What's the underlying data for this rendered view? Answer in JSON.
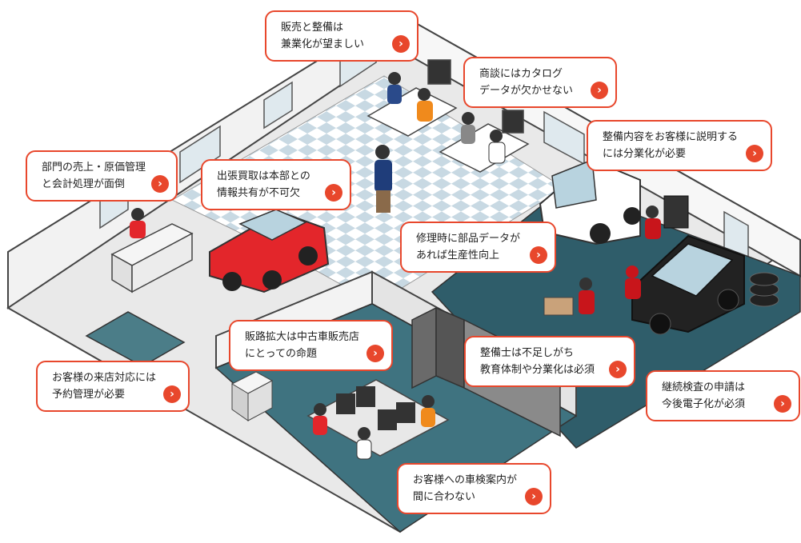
{
  "callouts": [
    {
      "id": "sales-maintenance",
      "lines": [
        "販売と整備は",
        "兼業化が望ましい"
      ]
    },
    {
      "id": "catalog-data",
      "lines": [
        "商談にはカタログ",
        "データが欠かせない"
      ]
    },
    {
      "id": "maintenance-explain",
      "lines": [
        "整備内容をお客様に説明する",
        "には分業化が必要"
      ]
    },
    {
      "id": "sales-cost-management",
      "lines": [
        "部門の売上・原価管理",
        "と会計処理が面倒"
      ]
    },
    {
      "id": "buyout-info-share",
      "lines": [
        "出張買取は本部との",
        "情報共有が不可欠"
      ]
    },
    {
      "id": "parts-data",
      "lines": [
        "修理時に部品データが",
        "あれば生産性向上"
      ]
    },
    {
      "id": "sales-expansion",
      "lines": [
        "販路拡大は中古車販売店",
        "にとっての命題"
      ]
    },
    {
      "id": "reservation-management",
      "lines": [
        "お客様の来店対応には",
        "予約管理が必要"
      ]
    },
    {
      "id": "mechanic-shortage",
      "lines": [
        "整備士は不足しがち",
        "教育体制や分業化は必須"
      ]
    },
    {
      "id": "inspection-application",
      "lines": [
        "継続検査の申請は",
        "今後電子化が必須"
      ]
    },
    {
      "id": "inspection-guidance",
      "lines": [
        "お客様への車検案内が",
        "間に合わない"
      ]
    }
  ],
  "colors": {
    "accent": "#e8472c",
    "floor_check": "#c8d9e3",
    "workshop_floor": "#2f5d6a",
    "office_floor": "#3f7380",
    "wall": "#f0f0f0",
    "car_red": "#e3262b",
    "car_black": "#222222"
  }
}
